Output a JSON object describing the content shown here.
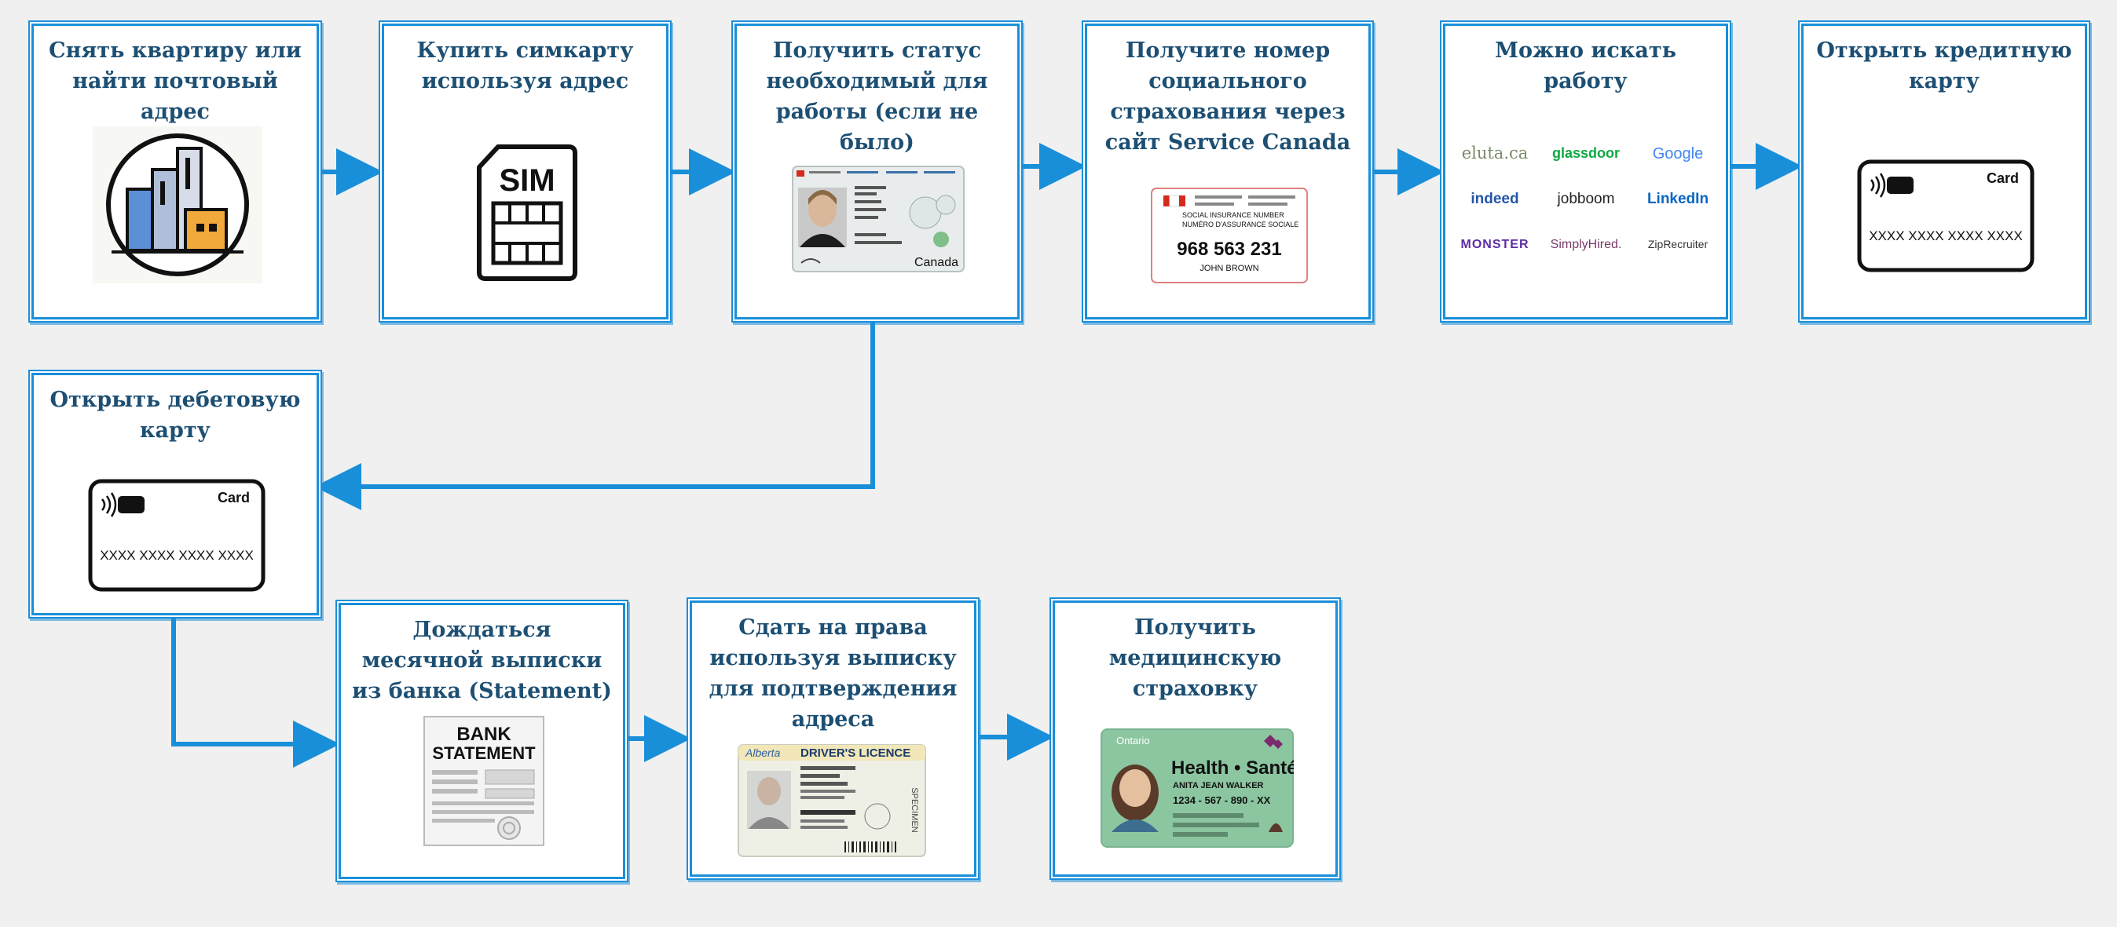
{
  "colors": {
    "accent": "#1a8fd9",
    "title_text": "#1d4f73",
    "background": "#f0f0f0"
  },
  "steps": [
    {
      "id": "step-rent-apartment",
      "title": "Снять квартиру или найти почтовый адрес",
      "icon": "building-icon"
    },
    {
      "id": "step-buy-sim",
      "title": "Купить симкарту используя адрес",
      "icon": "sim-card-icon",
      "sim_label": "SIM"
    },
    {
      "id": "step-work-status",
      "title": "Получить статус необходимый для работы (если не было)",
      "icon": "permanent-resident-card-icon",
      "card_wordmark": "Canada"
    },
    {
      "id": "step-sin-number",
      "title": "Получите номер социального страхования через сайт Service Canada",
      "icon": "sin-card-icon",
      "sin_label_en": "SOCIAL INSURANCE NUMBER",
      "sin_label_fr": "NUMÉRO D'ASSURANCE SOCIALE",
      "sin_number": "968 563 231",
      "sin_name": "JOHN BROWN"
    },
    {
      "id": "step-job-search",
      "title": "Можно искать работу",
      "icon": "job-sites-icon",
      "job_sites": [
        "eluta.ca",
        "glassdoor",
        "Google",
        "indeed",
        "jobboom",
        "LinkedIn",
        "MONSTER",
        "SimplyHired.",
        "ZipRecruiter"
      ]
    },
    {
      "id": "step-credit-card",
      "title": "Открыть кредитную карту",
      "icon": "credit-card-icon",
      "card_label": "Card",
      "card_number": "XXXX XXXX XXXX XXXX"
    },
    {
      "id": "step-debit-card",
      "title": "Открыть дебетовую карту",
      "icon": "debit-card-icon",
      "card_label": "Card",
      "card_number": "XXXX XXXX XXXX XXXX"
    },
    {
      "id": "step-bank-statement",
      "title": "Дождаться месячной выписки из банка (Statement)",
      "icon": "bank-statement-icon",
      "doc_line1": "BANK",
      "doc_line2": "STATEMENT"
    },
    {
      "id": "step-drivers-licence",
      "title": "Сдать на права используя выписку для подтверждения адреса",
      "icon": "drivers-licence-icon",
      "licence_province": "Alberta",
      "licence_heading": "DRIVER'S LICENCE",
      "licence_specimen": "SPECIMEN"
    },
    {
      "id": "step-health-insurance",
      "title": "Получить медицинскую страховку",
      "icon": "health-card-icon",
      "health_province": "Ontario",
      "health_heading": "Health • Santé",
      "health_name": "ANITA JEAN WALKER",
      "health_number": "1234 - 567 - 890 - XX"
    }
  ]
}
